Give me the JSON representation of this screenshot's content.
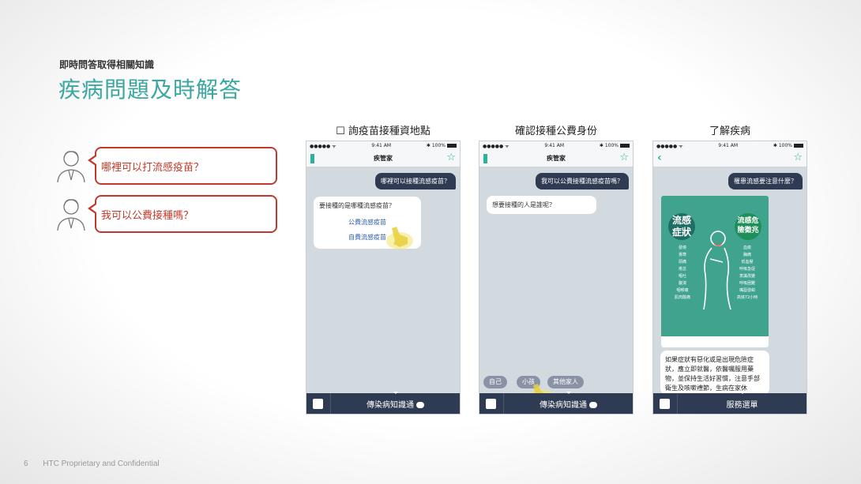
{
  "header": {
    "subtitle": "即時問答取得相關知識",
    "title": "疾病問題及時解答"
  },
  "questions": [
    {
      "text": "哪裡可以打流感疫苗？"
    },
    {
      "text": "我可以公費接種嗎？"
    }
  ],
  "phones": [
    {
      "title": "☐ 詢疫苗接種資地點",
      "status": {
        "signal": "●●●●● ᯤ",
        "time": "9:41 AM",
        "battery": "✱ 100%"
      },
      "nav_title": "疾管家",
      "user_msg": "哪裡可以接種流感疫苗？",
      "bot_msg": "要接種的是哪種流感疫苗？",
      "options": [
        "公費流感疫苗",
        "自費流感疫苗"
      ],
      "bottom_label": "傳染病知識通"
    },
    {
      "title": "確認接種公費身份",
      "status": {
        "signal": "●●●●● ᯤ",
        "time": "9:41 AM",
        "battery": "✱ 100%"
      },
      "nav_title": "疾管家",
      "user_msg": "我可以公費接種流感疫苗嗎？",
      "bot_msg": "想要接種的人是誰呢？",
      "chips": [
        "自己",
        "小孩",
        "其他家人"
      ],
      "bottom_label": "傳染病知識通"
    },
    {
      "title": "了解疾病",
      "status": {
        "signal": "●●●●● ᯤ",
        "time": "9:41 AM",
        "battery": "✱ 100%"
      },
      "user_msg": "罹患流感要注意什麼？",
      "poster": {
        "left_circle": "流感症狀",
        "right_circle": "流感危險徵兆",
        "left_symptoms": [
          "發燒",
          "畏寒",
          "頭痛",
          "倦怠",
          "嘔吐",
          "腹瀉",
          "咽喉痛",
          "肌肉酸痛"
        ],
        "right_symptoms": [
          "血痰",
          "胸痛",
          "低血壓",
          "呼吸急促",
          "意識改變",
          "呼吸困難",
          "嘴唇發紺",
          "高燒72小時"
        ]
      },
      "answer": "如果症狀有惡化或是出現危險症狀，應立即就醫，依醫囑服用藥物，並保持生活好習慣，注意手部衛生及咳嗽禮節，生病在家休",
      "bottom_label": "服務選單"
    }
  ],
  "footer": {
    "page": "6",
    "text": "HTC Proprietary and Confidential"
  }
}
